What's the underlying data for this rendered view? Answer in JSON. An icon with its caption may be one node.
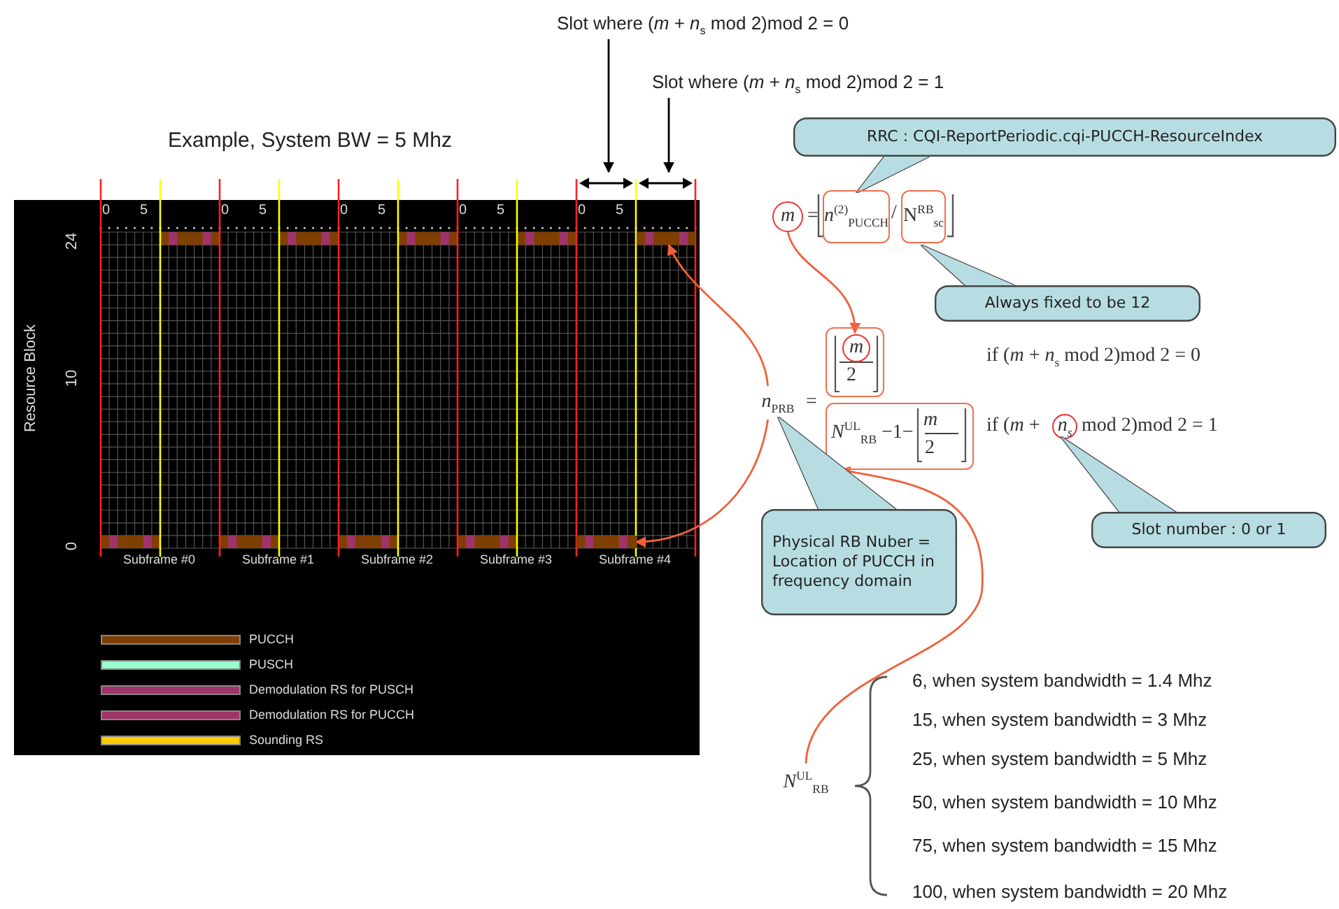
{
  "diagram": {
    "nodes": [
      {
        "text": [
          "Slot where (*m* + *n*$_{s}$ mod 2)mod 2 = 0"
        ]
      },
      {
        "text": [
          "Slot where (*m* + *n*$_{s}$ mod 2)mod 2 = 1"
        ]
      },
      {
        "text": [
          "RRC : CQI-ReportPeriodic.cqi-PUCCH-ResourceIndex"
        ]
      },
      {
        "text": [
          "m"
        ]
      },
      {
        "text": [
          "*n*$^{(2)}$$_{PUCCH}$"
        ]
      },
      {
        "text": [
          "N$^{RB}$$_{sc}$"
        ]
      },
      {
        "text": [
          "Always fixed to be 12"
        ]
      },
      {
        "text": [
          "*n*$_{PRB}$"
        ]
      },
      {
        "text": [
          "2"
        ]
      },
      {
        "text": [
          "m"
        ],
        "in": 8
      },
      {
        "text": [
          "*N*$^{UL}$$_{RB}$ −1−",
          "m",
          "2"
        ]
      },
      {
        "text": [
          "*n*$_{s}$"
        ]
      },
      {
        "text": [
          "Slot number : 0 or 1"
        ]
      },
      {
        "text": [
          "Physical RB Nuber = Location of PUCCH in frequency domain"
        ]
      },
      {
        "text": [
          "*N*$^{UL}$$_{RB}$"
        ]
      },
      {
        "text": [],
        "shape": "bar"
      },
      {
        "text": [],
        "shape": "bar"
      }
    ],
    "edges": [
      {
        "from": 0,
        "to": null,
        "arrow": "to",
        "color": "#000000"
      },
      {
        "from": 1,
        "to": null,
        "arrow": "to",
        "color": "#000000"
      },
      {
        "from": 3,
        "to": 9,
        "arrow": "to"
      },
      {
        "from": 7,
        "to": 15,
        "arrow": "to"
      },
      {
        "from": 7,
        "to": 16,
        "arrow": "to"
      },
      {
        "from": 14,
        "to": 10,
        "arrow": "to"
      }
    ],
    "labels": [
      "Example, System BW = 5 Mhz",
      "Resource Block",
      "24",
      "10",
      "0",
      "0",
      "5",
      "0",
      "5",
      "0",
      "5",
      "0",
      "5",
      "0",
      "5",
      "Subframe #0",
      "Subframe #1",
      "Subframe #2",
      "Subframe #3",
      "Subframe #4",
      "=",
      "/",
      "=",
      "if (*m* + *n*$_{s}$ mod 2)mod 2 = 0",
      "if (*m* +",
      "mod 2)mod 2 = 1",
      "6, when system bandwidth = 1.4 Mhz",
      "15, when system bandwidth = 3 Mhz",
      "25, when system bandwidth = 5 Mhz",
      "50, when system bandwidth = 10 Mhz",
      "75, when system bandwidth = 15 Mhz",
      "100, when system bandwidth = 20 Mhz"
    ],
    "legend": [
      {
        "text": "PUCCH",
        "color": "#7f3f00"
      },
      {
        "text": "PUSCH",
        "color": "#99ffcc"
      },
      {
        "text": "Demodulation RS for PUSCH",
        "color": "#a0336a"
      },
      {
        "text": "Demodulation RS for PUCCH",
        "color": "#a0336a"
      },
      {
        "text": "Sounding RS",
        "color": "#ffcc00"
      }
    ]
  }
}
